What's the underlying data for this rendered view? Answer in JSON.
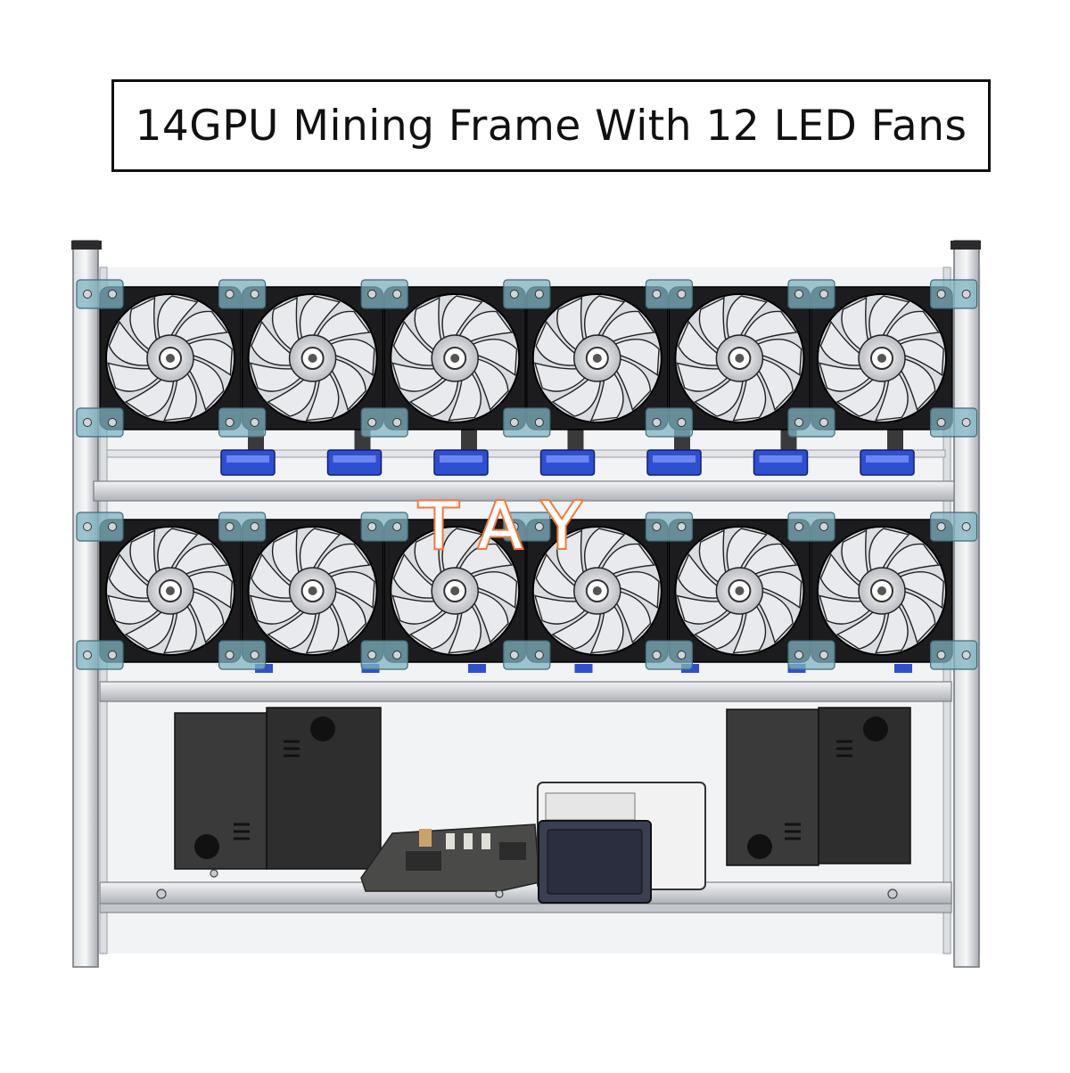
{
  "title": "14GPU Mining Frame With 12 LED Fans",
  "watermark": "TAY",
  "colors": {
    "frame": "#c9ccd0",
    "frame_edge": "#6e7278",
    "fan_housing": "#1c1c1e",
    "fan_blade": "#e8eaee",
    "bracket": "#7fb3c2",
    "riser": "#2f4fd1",
    "psu": "#333333",
    "watermark": "#f07a3a"
  },
  "fan_rows": [
    {
      "row": "top",
      "fans": 6
    },
    {
      "row": "middle",
      "fans": 6
    }
  ],
  "risers": 7
}
